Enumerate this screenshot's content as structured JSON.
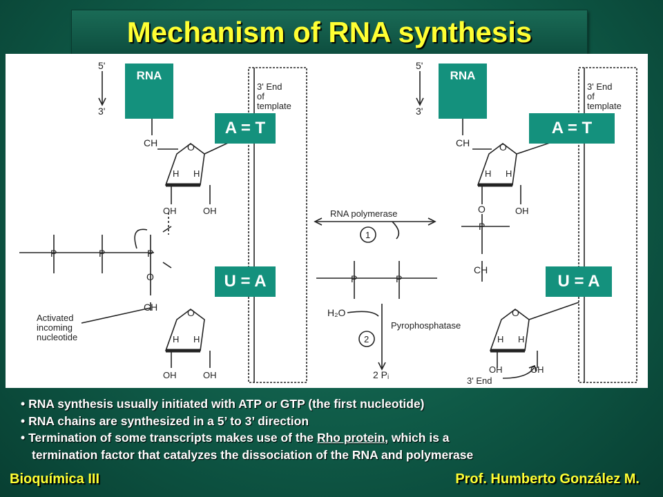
{
  "title": "Mechanism of RNA synthesis",
  "figure": {
    "rna_label": "RNA",
    "pair_top_left": "A = T",
    "pair_top_right": "A   =   T",
    "pair_bottom": "U = A",
    "prime_5": "5'",
    "prime_3": "3'",
    "template_end_line1": "3' End",
    "template_end_line2": "of",
    "template_end_line3": "template",
    "ch2": "CH",
    "oxygen": "O",
    "hydrogen": "H",
    "hydroxyl": "OH",
    "phosphorus": "P",
    "activated_line1": "Activated",
    "activated_line2": "incoming",
    "activated_line3": "nucleotide",
    "rna_polymerase": "RNA polymerase",
    "step1": "1",
    "step2": "2",
    "water": "H₂O",
    "pyrophosphatase": "Pyrophosphatase",
    "phosphate_product": "2 Pᵢ",
    "three_end": "3' End"
  },
  "bullets": [
    "RNA synthesis usually initiated with ATP or GTP (the first nucleotide)",
    "RNA chains are synthesized in a 5’ to 3’ direction"
  ],
  "bullet3": {
    "before": "Termination of some transcripts makes use of the ",
    "link": "Rho protein",
    "after": ", which is a",
    "continuation": "termination factor that catalyzes the dissociation of the RNA and polymerase"
  },
  "footer": {
    "left": "Bioquímica III",
    "right": "Prof. Humberto González M."
  },
  "colors": {
    "background": "#0f5a47",
    "title_text": "#ffff33",
    "label_fill": "#14917d",
    "panel": "#ffffff"
  }
}
